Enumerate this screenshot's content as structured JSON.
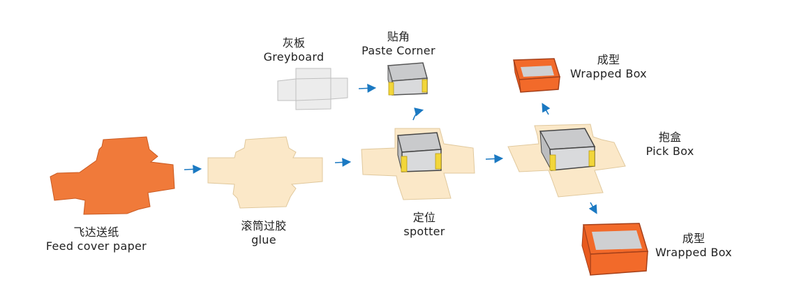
{
  "colors": {
    "cover_paper": "#f07a3a",
    "glued_paper": "#fbe8c8",
    "greyboard": "#e8e8e8",
    "box_inner": "#d7d8da",
    "corner_tape": "#f2d63a",
    "wrapped_box": "#f26a2a",
    "arrow": "#1b79c2"
  },
  "steps": {
    "feed": {
      "zh": "飞达送纸",
      "en": "Feed cover paper"
    },
    "glue": {
      "zh": "滚筒过胶",
      "en": "glue"
    },
    "greyboard": {
      "zh": "灰板",
      "en": "Greyboard"
    },
    "paste_corner": {
      "zh": "贴角",
      "en": "Paste Corner"
    },
    "spotter": {
      "zh": "定位",
      "en": "spotter"
    },
    "pick_box": {
      "zh": "抱盒",
      "en": "Pick Box"
    },
    "wrapped_top": {
      "zh": "成型",
      "en": "Wrapped Box"
    },
    "wrapped_bottom": {
      "zh": "成型",
      "en": "Wrapped Box"
    }
  }
}
